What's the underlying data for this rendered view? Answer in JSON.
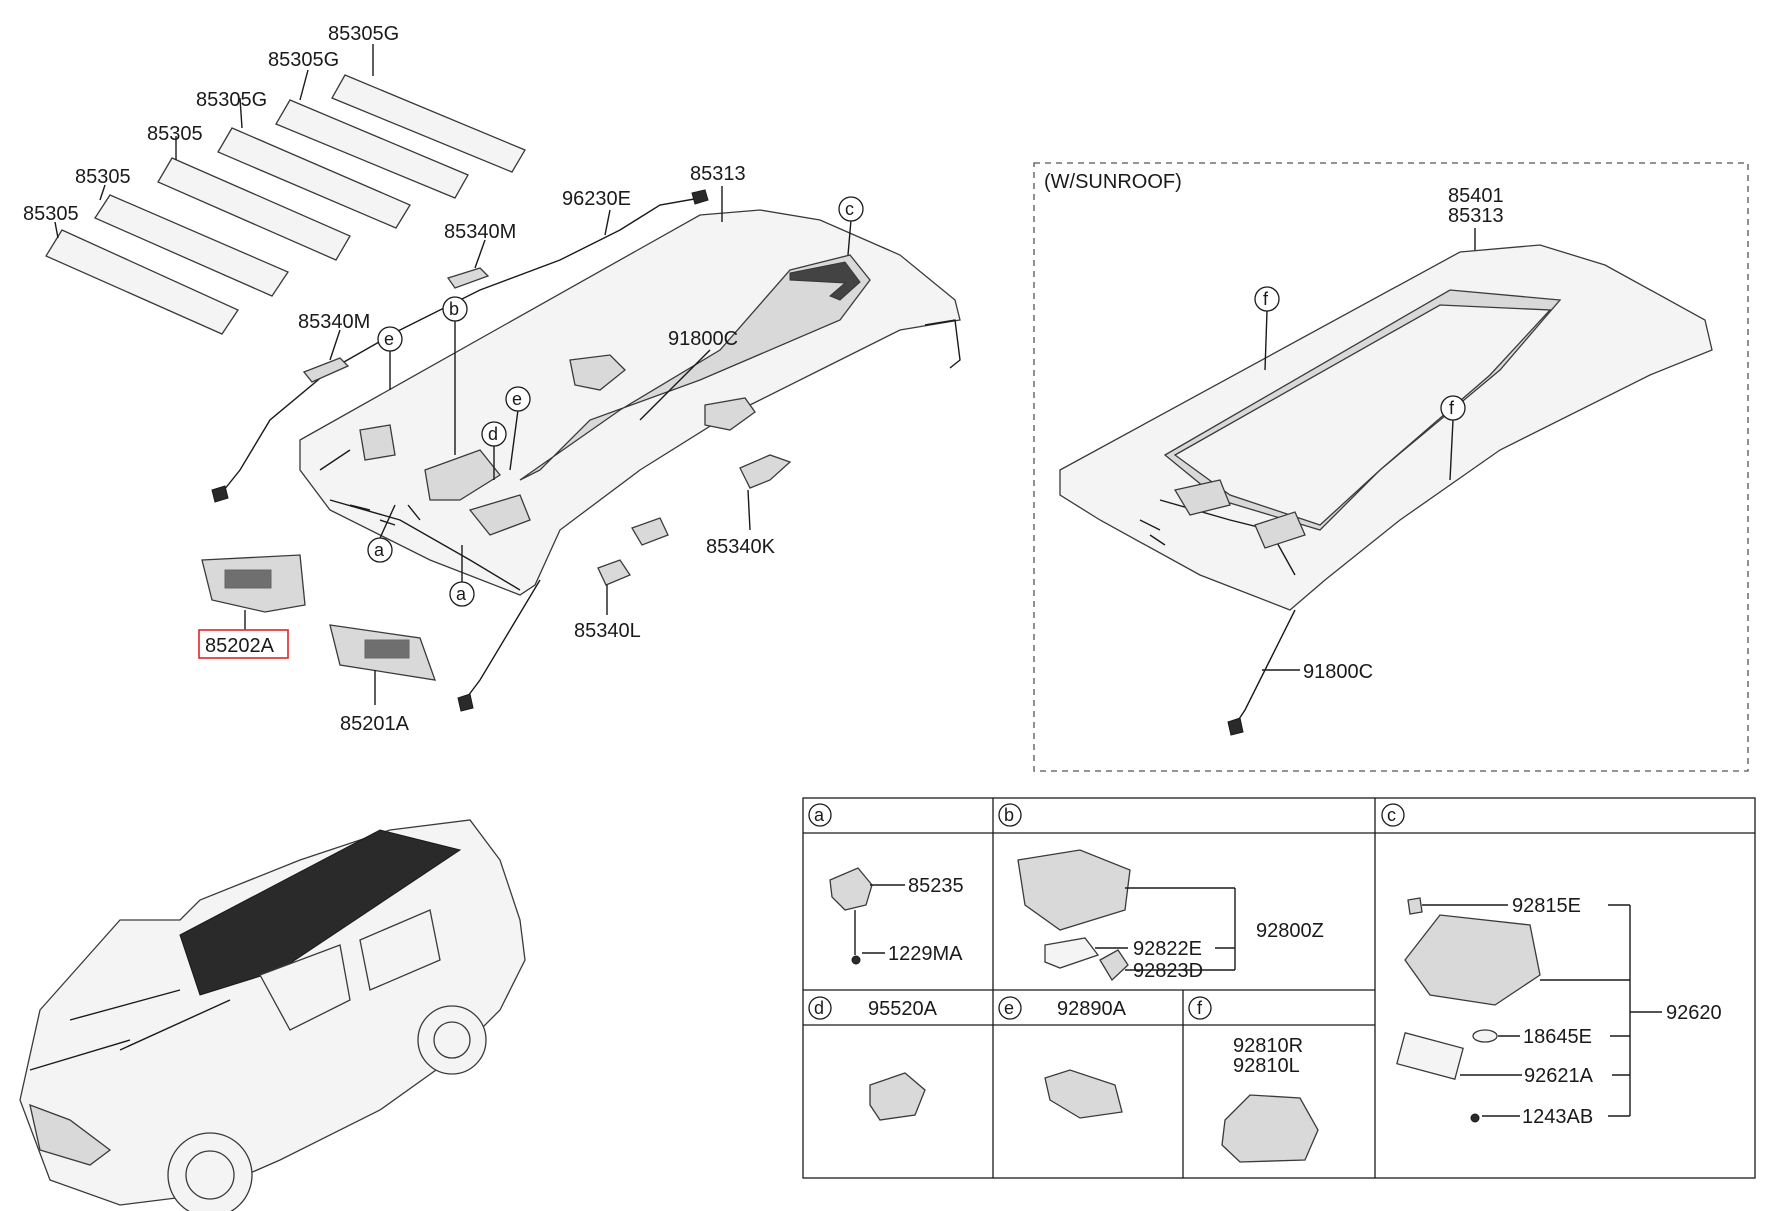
{
  "labels": {
    "roof_pad_1": "85305G",
    "roof_pad_2": "85305G",
    "roof_pad_3": "85305G",
    "roof_pad_4": "85305",
    "roof_pad_5": "85305",
    "roof_pad_6": "85305",
    "cable_96230e": "96230E",
    "headlining_85313": "85313",
    "handle_85340m_1": "85340M",
    "handle_85340m_2": "85340M",
    "wiring_91800c": "91800C",
    "handle_85340k": "85340K",
    "handle_85340l": "85340L",
    "sunvisor_85202a": "85202A",
    "sunvisor_85201a": "85201A",
    "sunroof_title": "(W/SUNROOF)",
    "sunroof_85401": "85401",
    "sunroof_85313": "85313",
    "sunroof_91800c": "91800C"
  },
  "callouts": {
    "a": "a",
    "b": "b",
    "c": "c",
    "d": "d",
    "e": "e",
    "f": "f"
  },
  "table": {
    "a_header": "a",
    "a_85235": "85235",
    "a_1229ma": "1229MA",
    "b_header": "b",
    "b_92800z": "92800Z",
    "b_92822e": "92822E",
    "b_92823d": "92823D",
    "c_header": "c",
    "c_92815e": "92815E",
    "c_92620": "92620",
    "c_18645e": "18645E",
    "c_92621a": "92621A",
    "c_1243ab": "1243AB",
    "d_header": "d",
    "d_part": "95520A",
    "e_header": "e",
    "e_part": "92890A",
    "f_header": "f",
    "f_part_r": "92810R",
    "f_part_l": "92810L"
  },
  "colors": {
    "highlight_box": "#e0262a",
    "line": "#1a1a1a"
  }
}
